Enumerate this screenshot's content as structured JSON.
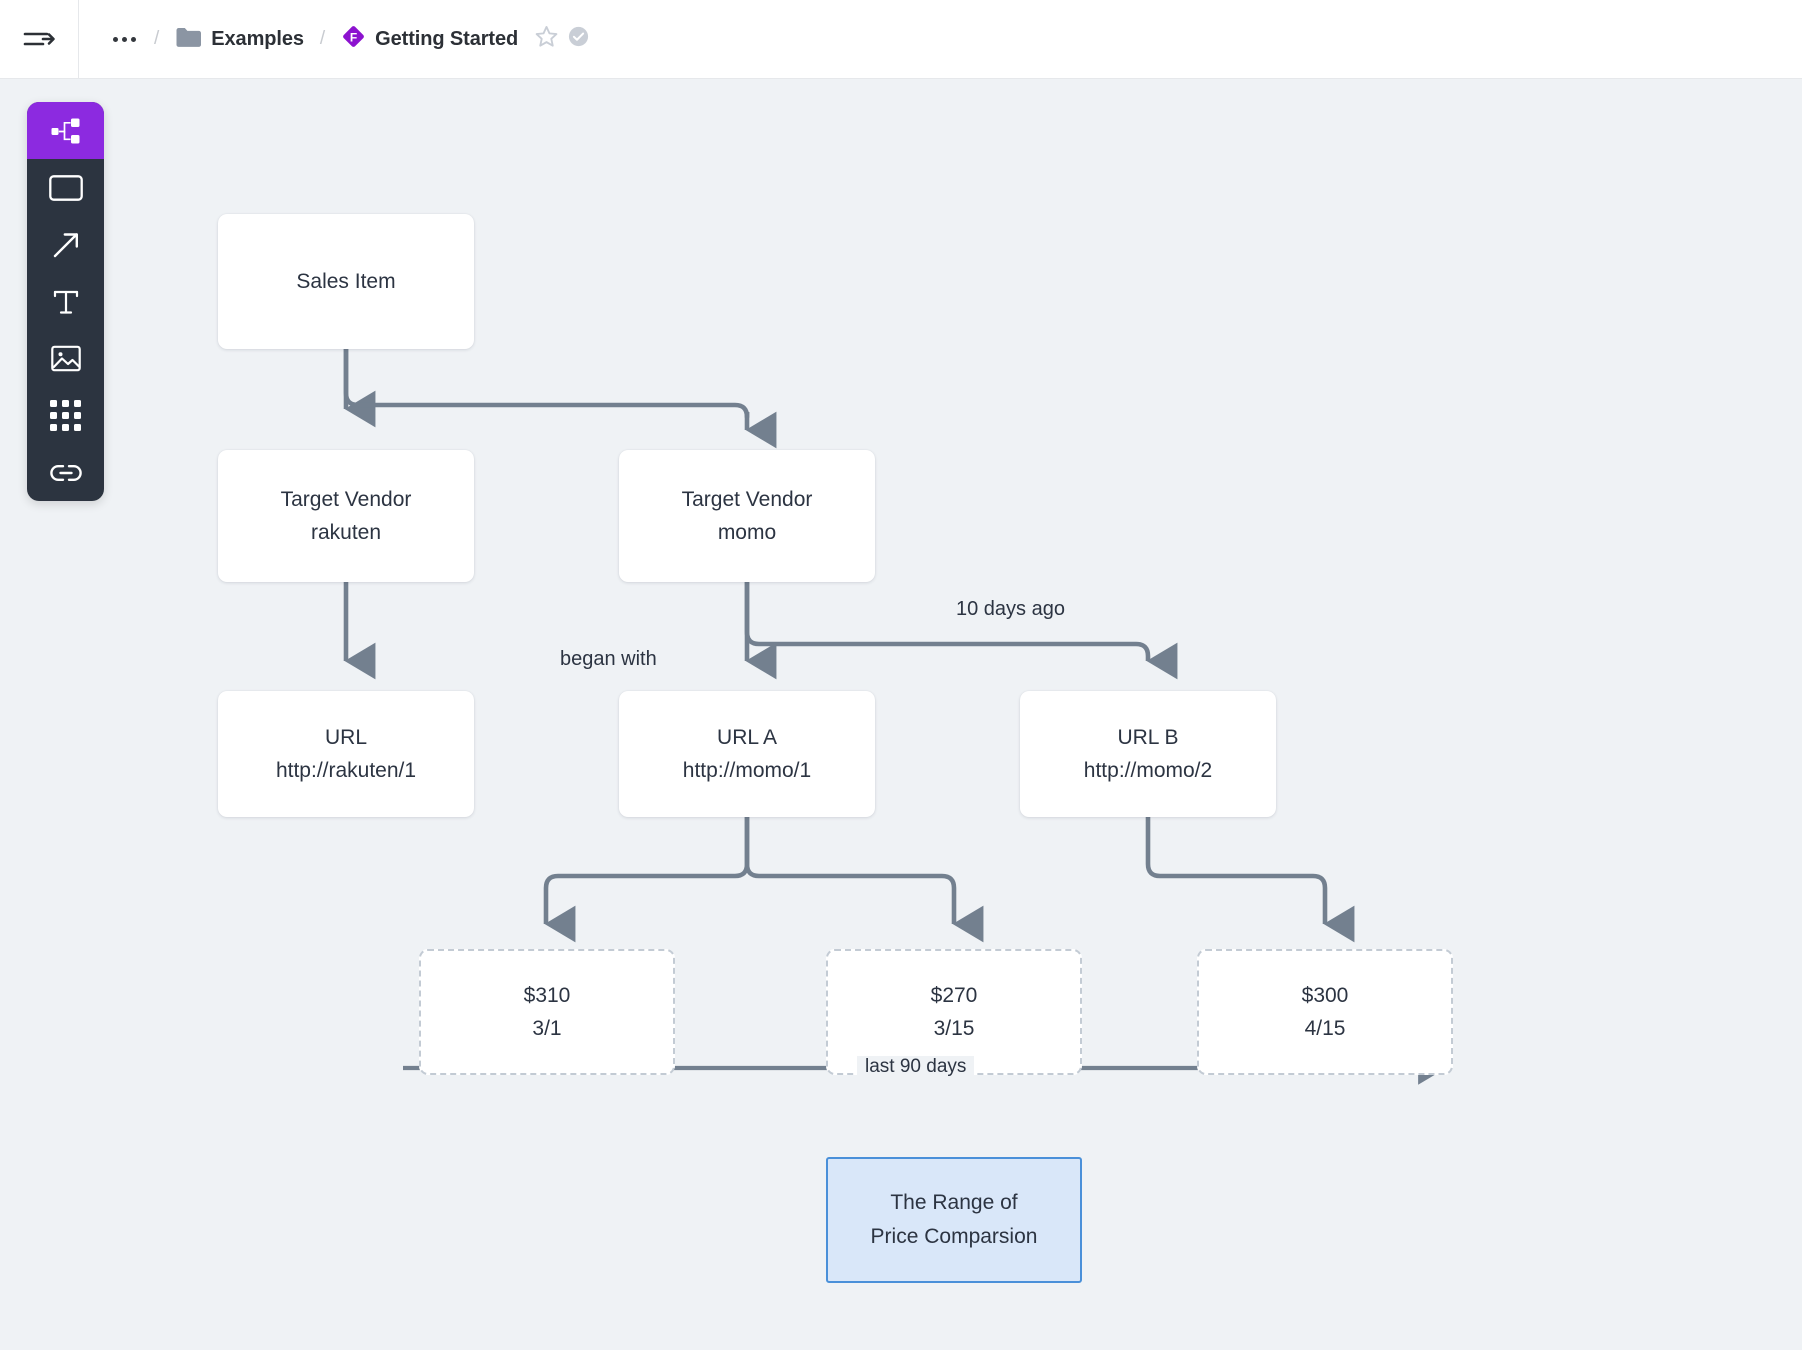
{
  "topbar": {
    "menu_icon": "menu-arrow-icon",
    "breadcrumb": {
      "overflow_label": "…",
      "separator": "/",
      "items": [
        {
          "icon": "folder-icon",
          "label": "Examples"
        },
        {
          "icon": "figjam-diamond-icon",
          "label": "Getting Started"
        }
      ],
      "star_icon": "star-outline-icon",
      "status_icon": "check-circle-icon"
    }
  },
  "toolbar": {
    "items": [
      {
        "name": "diagram-tool",
        "icon": "diagram-nodes-icon",
        "active": true
      },
      {
        "name": "shape-tool",
        "icon": "rectangle-icon",
        "active": false
      },
      {
        "name": "connector-tool",
        "icon": "arrow-diagonal-icon",
        "active": false
      },
      {
        "name": "text-tool",
        "icon": "text-T-icon",
        "active": false
      },
      {
        "name": "image-tool",
        "icon": "image-icon",
        "active": false
      },
      {
        "name": "widgets-tool",
        "icon": "dots-grid-icon",
        "active": false
      },
      {
        "name": "link-tool",
        "icon": "link-chain-icon",
        "active": false
      }
    ],
    "active_color": "#8c2ae0",
    "background_color": "#2c3440"
  },
  "canvas": {
    "background_color": "#eff2f5",
    "edge_color": "#73808f",
    "nodes": [
      {
        "id": "sales-item",
        "line1": "Sales Item",
        "line2": ""
      },
      {
        "id": "vendor-rakuten",
        "line1": "Target Vendor",
        "line2": "rakuten"
      },
      {
        "id": "vendor-momo",
        "line1": "Target Vendor",
        "line2": "momo"
      },
      {
        "id": "url-rakuten",
        "line1": "URL",
        "line2": "http://rakuten/1"
      },
      {
        "id": "url-a",
        "line1": "URL A",
        "line2": "http://momo/1"
      },
      {
        "id": "url-b",
        "line1": "URL B",
        "line2": "http://momo/2"
      },
      {
        "id": "price-310",
        "line1": "$310",
        "line2": "3/1"
      },
      {
        "id": "price-270",
        "line1": "$270",
        "line2": "3/15"
      },
      {
        "id": "price-300",
        "line1": "$300",
        "line2": "4/15"
      }
    ],
    "edge_labels": [
      {
        "id": "label-began-with",
        "text": "began with"
      },
      {
        "id": "label-10-days-ago",
        "text": "10 days ago"
      }
    ],
    "timeline": {
      "label": "last 90 days"
    },
    "summary": {
      "line1": "The Range of",
      "line2": "Price Comparsion",
      "fill_color": "#d9e7f9",
      "border_color": "#4a90d9"
    }
  }
}
